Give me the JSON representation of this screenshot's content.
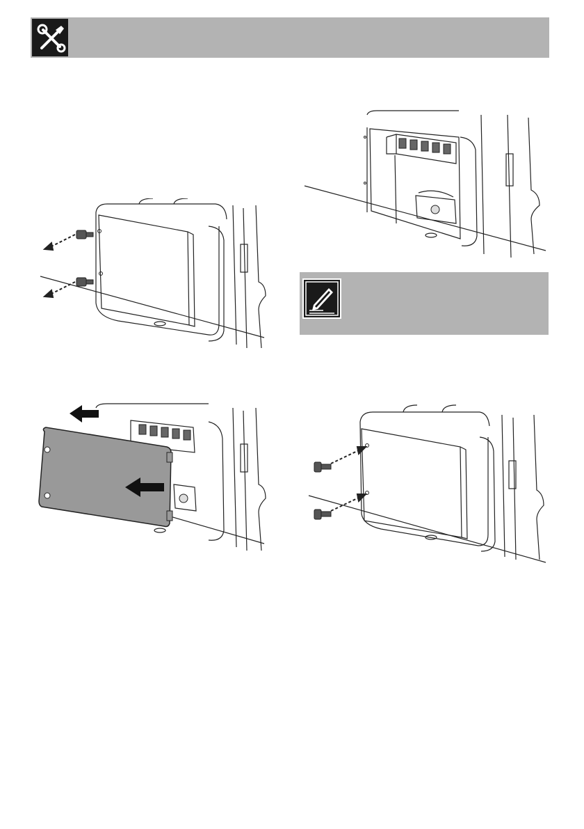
{
  "header": {
    "icon": "wrench-screwdriver-icon",
    "background_color": "#b3b3b3",
    "icon_background_color": "#1a1a1a"
  },
  "figures": [
    {
      "id": "remove-screws",
      "icon": "screw-removal-illustration"
    },
    {
      "id": "terminal-block-exposed",
      "icon": "terminal-block-illustration"
    },
    {
      "id": "remove-cover-plate",
      "icon": "cover-plate-removal-illustration"
    },
    {
      "id": "refit-screws",
      "icon": "screw-refit-illustration"
    }
  ],
  "note": {
    "icon": "note-pencil-icon",
    "background_color": "#b3b3b3"
  }
}
